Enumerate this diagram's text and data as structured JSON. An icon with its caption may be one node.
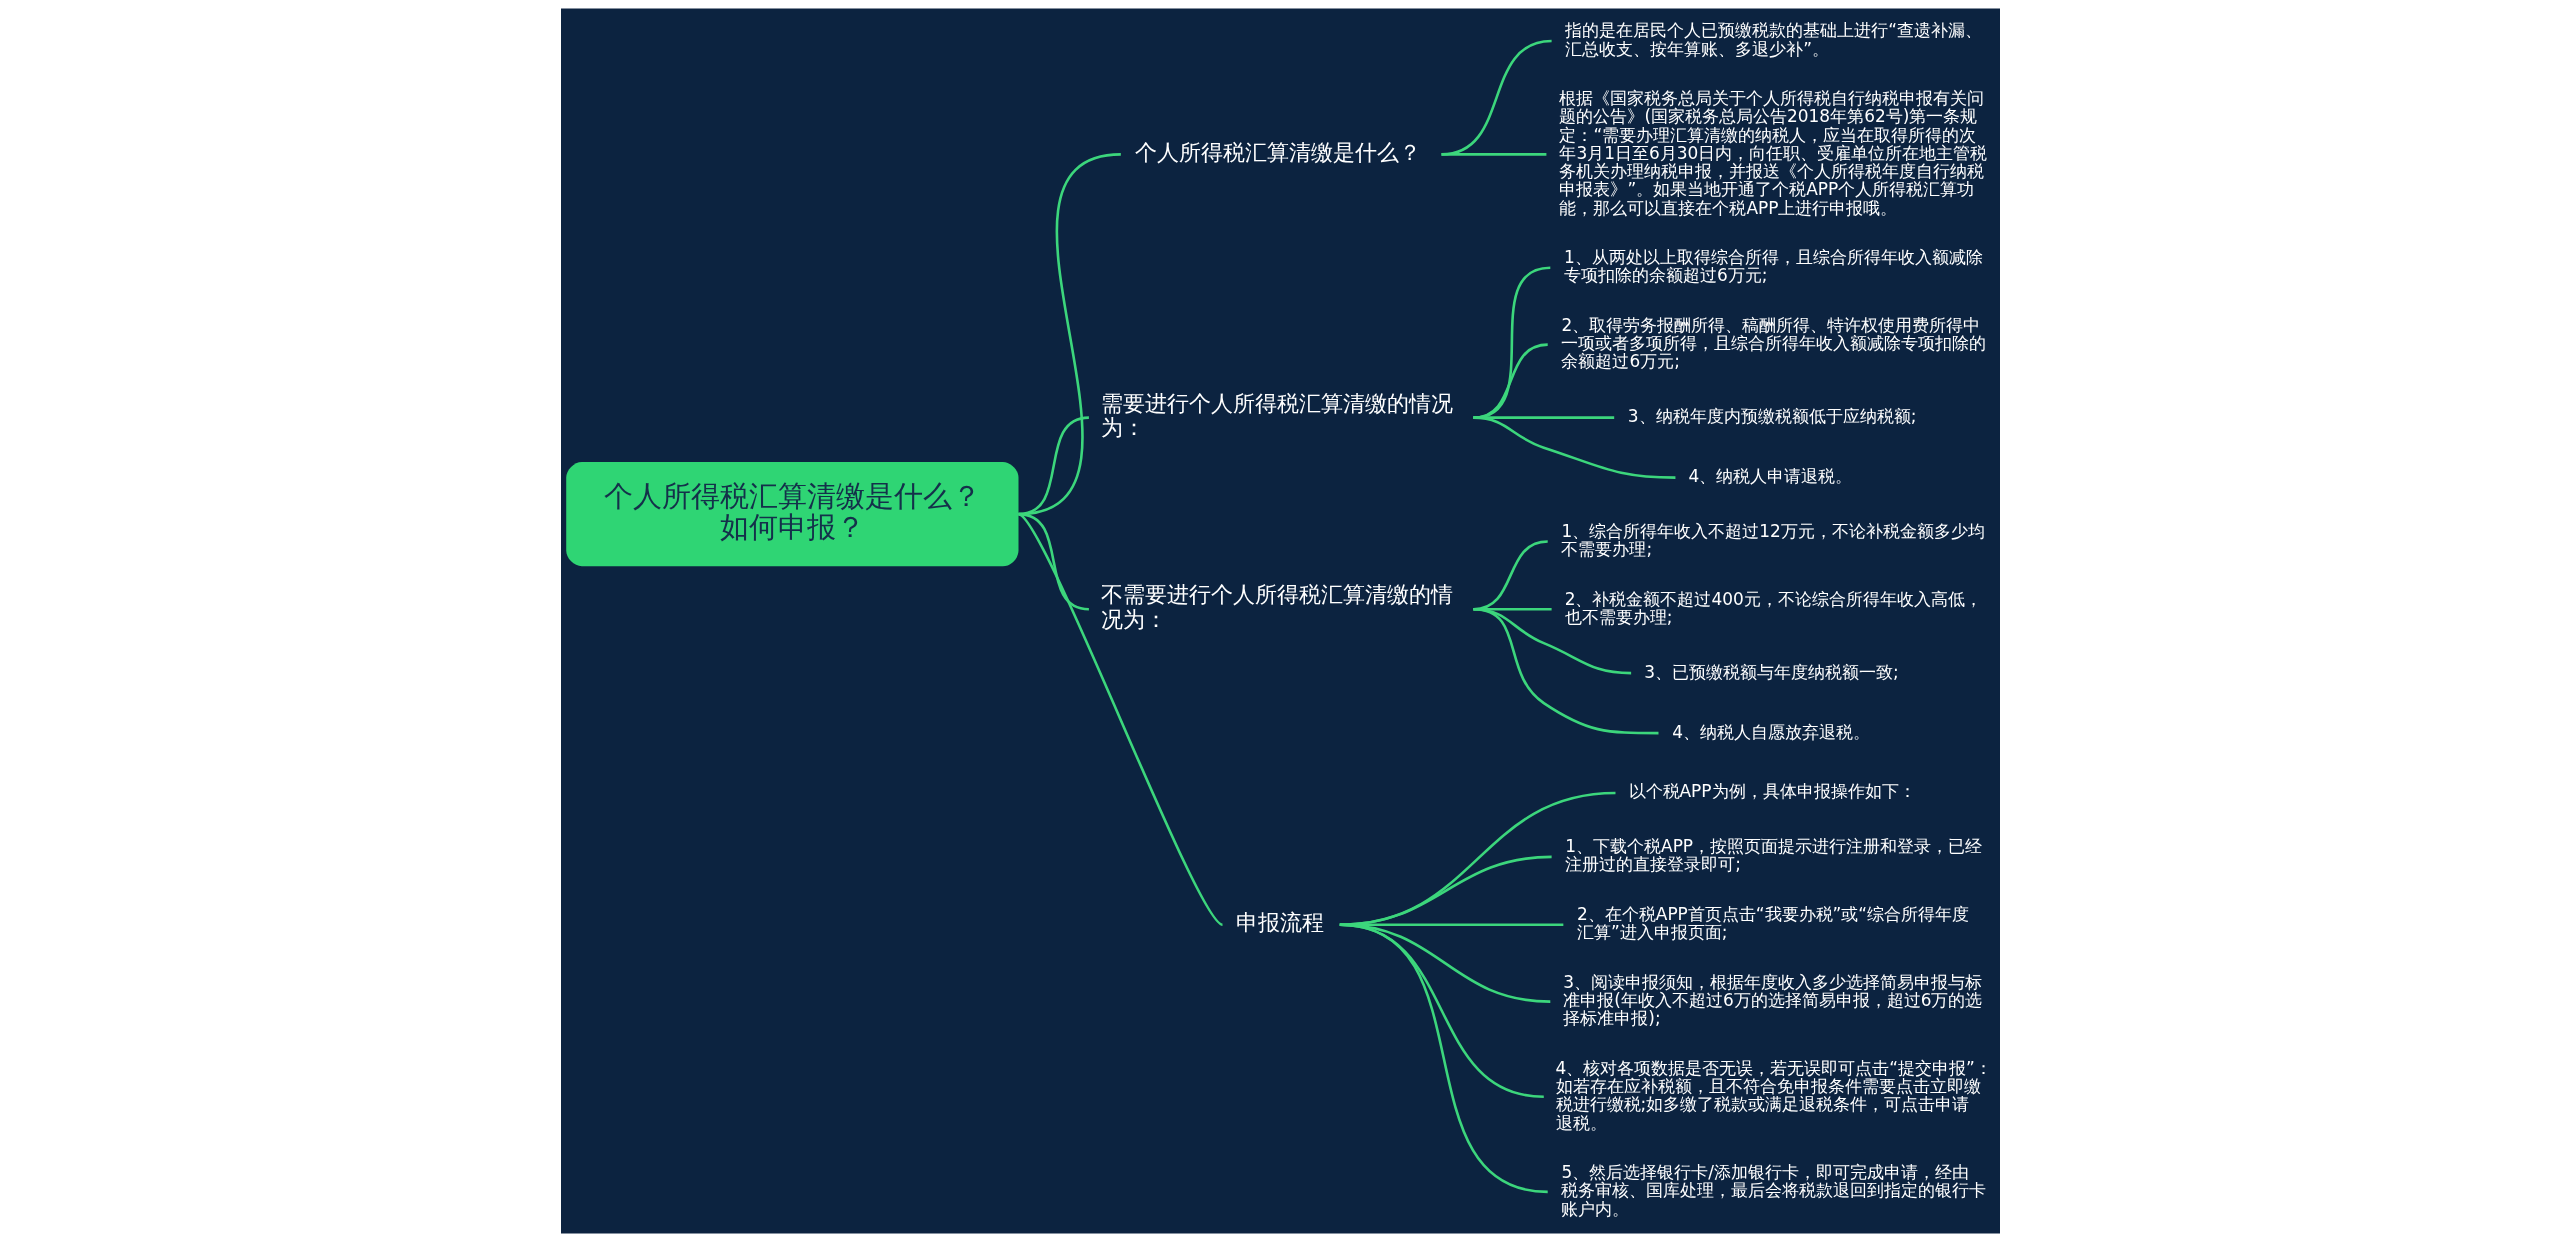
{
  "diagram": {
    "nodes": [
      {
        "text": [
          "个人所得税汇算清缴是什么？如何申报？"
        ]
      },
      {
        "text": [
          "个人所得税汇算清缴是什么？"
        ]
      },
      {
        "text": [
          "指的是在居民个人已预缴税款的基础上进行“查遗补漏、汇总收支、按年算账、多退少补”。"
        ]
      },
      {
        "text": [
          "根据《国家税务总局关于个人所得税自行纳税申报有关问题的公告》(国家税务总局公告2018年第62号)第一条规定：“需要办理汇算清缴的纳税人，应当在取得所得的次年3月1日至6月30日内，向任职、受雇单位所在地主管税务机关办理纳税申报，并报送《个人所得税年度自行纳税申报表》”。如果当地开通了个税APP个人所得税汇算功能，那么可以直接在个税APP上进行申报哦。"
        ]
      },
      {
        "text": [
          "需要进行个人所得税汇算清缴的情况为："
        ]
      },
      {
        "text": [
          "1、从两处以上取得综合所得，且综合所得年收入额减除专项扣除的余额超过6万元;"
        ]
      },
      {
        "text": [
          "2、取得劳务报酬所得、稿酬所得、特许权使用费所得中一项或者多项所得，且综合所得年收入额减除专项扣除的余额超过6万元;"
        ]
      },
      {
        "text": [
          "3、纳税年度内预缴税额低于应纳税额;"
        ]
      },
      {
        "text": [
          "4、纳税人申请退税。"
        ]
      },
      {
        "text": [
          "不需要进行个人所得税汇算清缴的情况为："
        ]
      },
      {
        "text": [
          "1、综合所得年收入不超过12万元，不论补税金额多少均不需要办理;"
        ]
      },
      {
        "text": [
          "2、补税金额不超过400元，不论综合所得年收入高低，也不需要办理;"
        ]
      },
      {
        "text": [
          "3、已预缴税额与年度纳税额一致;"
        ]
      },
      {
        "text": [
          "4、纳税人自愿放弃退税。"
        ]
      },
      {
        "text": [
          "申报流程"
        ]
      },
      {
        "text": [
          "以个税APP为例，具体申报操作如下："
        ]
      },
      {
        "text": [
          "1、下载个税APP，按照页面提示进行注册和登录，已经注册过的直接登录即可;"
        ]
      },
      {
        "text": [
          "2、在个税APP首页点击“我要办税”或“综合所得年度汇算”进入申报页面;"
        ]
      },
      {
        "text": [
          "3、阅读申报须知，根据年度收入多少选择简易申报与标准申报(年收入不超过6万的选择简易申报，超过6万的选择标准申报);"
        ]
      },
      {
        "text": [
          "4、核对各项数据是否无误，若无误即可点击“提交申报”：如若存在应补税额，且不符合免申报条件需要点击立即缴税进行缴税;如多缴了税款或满足退税条件，可点击申请退税。"
        ]
      },
      {
        "text": [
          "5、然后选择银行卡/添加银行卡，即可完成申请，经由税务审核、国库处理，最后会将税款退回到指定的银行卡账户内。"
        ]
      }
    ],
    "edges": [
      {
        "from": 0,
        "to": 1,
        "arrow": "none"
      },
      {
        "from": 1,
        "to": 2,
        "arrow": "none"
      },
      {
        "from": 1,
        "to": 3,
        "arrow": "none"
      },
      {
        "from": 0,
        "to": 4,
        "arrow": "none"
      },
      {
        "from": 4,
        "to": 5,
        "arrow": "none"
      },
      {
        "from": 4,
        "to": 6,
        "arrow": "none"
      },
      {
        "from": 4,
        "to": 7,
        "arrow": "none"
      },
      {
        "from": 4,
        "to": 8,
        "arrow": "none"
      },
      {
        "from": 0,
        "to": 9,
        "arrow": "none"
      },
      {
        "from": 9,
        "to": 10,
        "arrow": "none"
      },
      {
        "from": 9,
        "to": 11,
        "arrow": "none"
      },
      {
        "from": 9,
        "to": 12,
        "arrow": "none"
      },
      {
        "from": 9,
        "to": 13,
        "arrow": "none"
      },
      {
        "from": 0,
        "to": 14,
        "arrow": "none"
      },
      {
        "from": 14,
        "to": 15,
        "arrow": "none"
      },
      {
        "from": 14,
        "to": 16,
        "arrow": "none"
      },
      {
        "from": 14,
        "to": 17,
        "arrow": "none"
      },
      {
        "from": 14,
        "to": 18,
        "arrow": "none"
      },
      {
        "from": 14,
        "to": 19,
        "arrow": "none"
      },
      {
        "from": 14,
        "to": 20,
        "arrow": "none"
      }
    ]
  }
}
